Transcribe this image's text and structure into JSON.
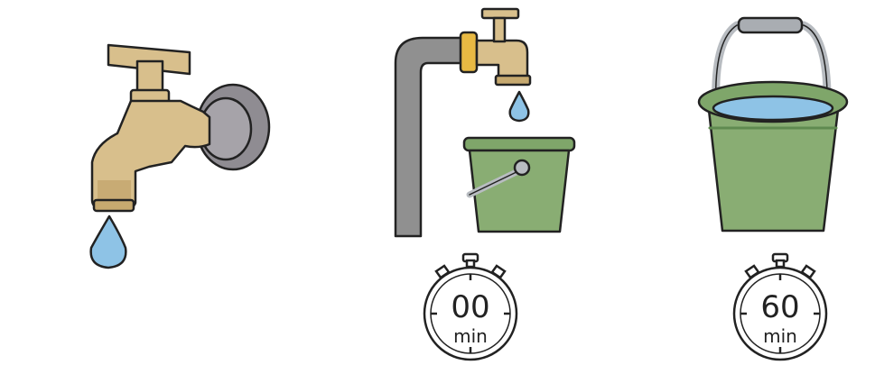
{
  "colors": {
    "brass": "#d8bf8c",
    "brass_shadow": "#b89a62",
    "pipe_gray": "#909090",
    "flange_gray": "#8f8c92",
    "bucket_green": "#89ad73",
    "bucket_green_dark": "#6f9a5f",
    "water_blue": "#8ec3e6",
    "handle_gray": "#b8bcc1",
    "outline": "#222222"
  },
  "illustrations": {
    "tap_dripping": {
      "icon": "dripping-faucet"
    },
    "tap_with_bucket": {
      "icon": "faucet-filling-bucket"
    },
    "full_bucket": {
      "icon": "bucket-full-of-water"
    }
  },
  "timers": [
    {
      "id": "start",
      "value": "00",
      "unit": "min",
      "icon": "stopwatch-icon"
    },
    {
      "id": "end",
      "value": "60",
      "unit": "min",
      "icon": "stopwatch-icon"
    }
  ]
}
